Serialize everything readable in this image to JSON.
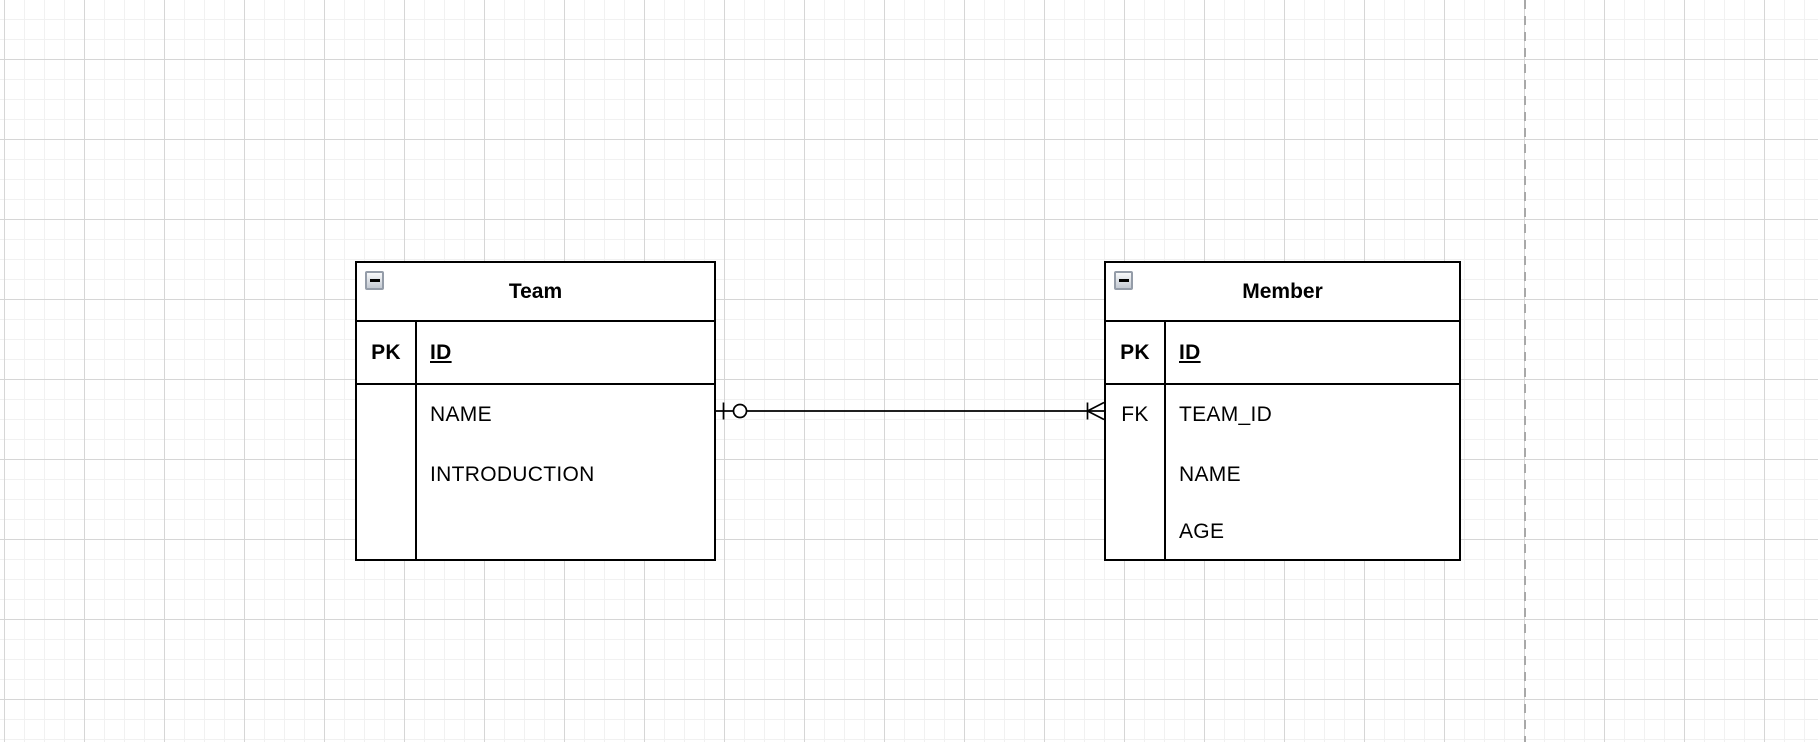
{
  "diagram": {
    "entities": [
      {
        "title": "Team",
        "rows": [
          {
            "key": "PK",
            "field": "ID"
          },
          {
            "key": "",
            "field": "NAME"
          },
          {
            "key": "",
            "field": "INTRODUCTION"
          },
          {
            "key": "",
            "field": ""
          }
        ]
      },
      {
        "title": "Member",
        "rows": [
          {
            "key": "PK",
            "field": "ID"
          },
          {
            "key": "FK",
            "field": "TEAM_ID"
          },
          {
            "key": "",
            "field": "NAME"
          },
          {
            "key": "",
            "field": "AGE"
          }
        ]
      }
    ],
    "relationship": {
      "from_entity": "Team",
      "to_entity": "Member",
      "from_marker": "zero-or-one",
      "to_marker": "crow-foot-many"
    }
  },
  "colors": {
    "background": "#ffffff",
    "grid_minor": "#f1f1f1",
    "grid_major": "#d6d6d6",
    "page_break": "#a9a9a9",
    "entity_border": "#000000",
    "entity_fill": "#ffffff",
    "collapse_button_border": "#949ca8"
  }
}
